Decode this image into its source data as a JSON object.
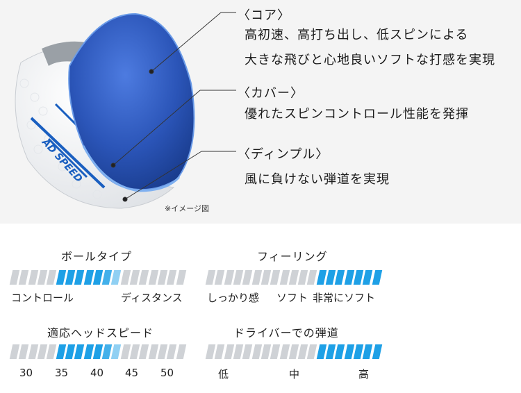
{
  "labels": [
    {
      "heading": "〈コア〉",
      "lines": [
        "高初速、高打ち出し、低スピンによる",
        "大きな飛びと心地良いソフトな打感を実現"
      ]
    },
    {
      "heading": "〈カバー〉",
      "lines": [
        "優れたスピンコントロール性能を発揮"
      ]
    },
    {
      "heading": "〈ディンプル〉",
      "lines": [
        "風に負けない弾道を実現"
      ]
    }
  ],
  "ball_logo": "AD SPEED",
  "note": "※イメージ図",
  "gauges": [
    {
      "title": "ボールタイプ",
      "ticks": [
        "コントロール",
        "ディスタンス"
      ],
      "fill_start": 0.25,
      "fill_end": 0.62,
      "segments": 19
    },
    {
      "title": "フィーリング",
      "ticks": [
        "しっかり感",
        "ソフト",
        "非常にソフト"
      ],
      "fill_start": 0.62,
      "fill_end": 1.0,
      "segments": 19
    },
    {
      "title": "適応ヘッドスピード",
      "ticks": [
        "30",
        "35",
        "40",
        "45",
        "50"
      ],
      "fill_start": 0.25,
      "fill_end": 0.62,
      "segments": 19
    },
    {
      "title": "ドライバーでの弾道",
      "ticks": [
        "低",
        "中",
        "高"
      ],
      "fill_start": 0.62,
      "fill_end": 1.0,
      "segments": 19
    }
  ],
  "colors": {
    "accent": "#1ea0e6",
    "gray": "#cfd2d6",
    "core": "#2b55b8"
  }
}
